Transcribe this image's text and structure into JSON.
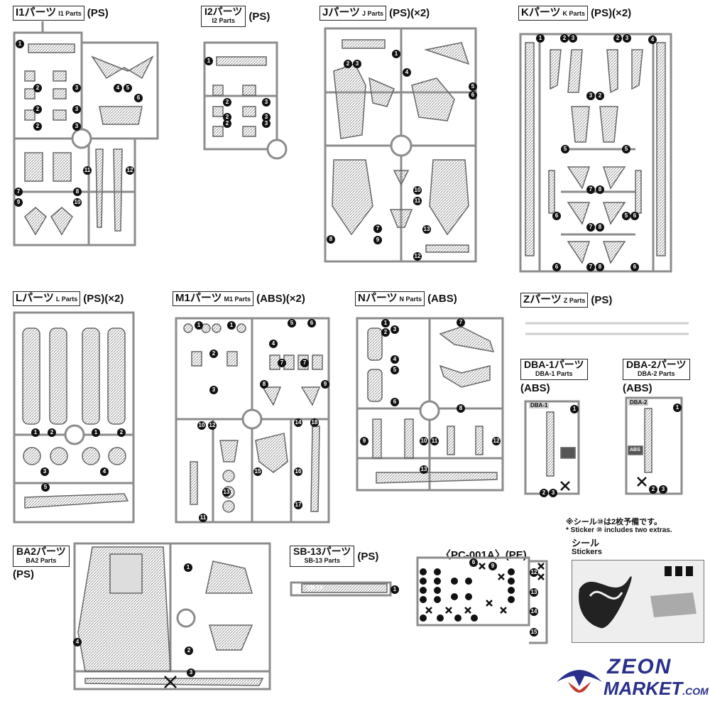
{
  "sections": {
    "i1": {
      "jp": "I1パーツ",
      "en": "I1 Parts",
      "mat": "(PS)"
    },
    "i2": {
      "jp": "I2パーツ",
      "en": "I2 Parts",
      "mat": "(PS)"
    },
    "j": {
      "jp": "Jパーツ",
      "en": "J Parts",
      "mat": "(PS)(×2)"
    },
    "k": {
      "jp": "Kパーツ",
      "en": "K Parts",
      "mat": "(PS)(×2)"
    },
    "l": {
      "jp": "Lパーツ",
      "en": "L Parts",
      "mat": "(PS)(×2)"
    },
    "m1": {
      "jp": "M1パーツ",
      "en": "M1 Parts",
      "mat": "(ABS)(×2)"
    },
    "n": {
      "jp": "Nパーツ",
      "en": "N Parts",
      "mat": "(ABS)"
    },
    "z": {
      "jp": "Zパーツ",
      "en": "Z Parts",
      "mat": "(PS)"
    },
    "dba1": {
      "jp": "DBA-1パーツ",
      "en": "DBA-1 Parts",
      "mat": "(ABS)",
      "tag": "DBA-1"
    },
    "dba2": {
      "jp": "DBA-2パーツ",
      "en": "DBA-2 Parts",
      "mat": "(ABS)",
      "tag": "DBA-2",
      "abs": "ABS"
    },
    "ba2": {
      "jp": "BA2パーツ",
      "en": "BA2 Parts",
      "mat": "(PS)"
    },
    "sb13": {
      "jp": "SB-13パーツ",
      "en": "SB-13 Parts",
      "mat": "(PS)",
      "tag": "SB-13"
    },
    "pc": {
      "label": "〈PC-001A〉(PE)"
    }
  },
  "notes": {
    "jp": "※シール⑩は2枚予備です。",
    "en": "* Sticker ⑩ includes two extras."
  },
  "stickers": {
    "jp": "シール",
    "en": "Stickers"
  },
  "logo": {
    "line1": "ZEON",
    "line2": "MARKET",
    "suffix": ".COM"
  },
  "numbers": {
    "i1": [
      "1",
      "2",
      "3",
      "2",
      "3",
      "2",
      "3",
      "4",
      "5",
      "6",
      "7",
      "8",
      "9",
      "10",
      "11",
      "12"
    ],
    "i2": [
      "1",
      "2",
      "3",
      "2",
      "3",
      "2",
      "3"
    ],
    "j": [
      "1",
      "2",
      "3",
      "4",
      "5",
      "6",
      "7",
      "8",
      "9",
      "10",
      "11",
      "12",
      "13"
    ],
    "k": [
      "1",
      "2",
      "3",
      "2",
      "3",
      "4",
      "3",
      "2",
      "5",
      "5",
      "6",
      "7",
      "8",
      "5",
      "6",
      "7",
      "8",
      "6",
      "7",
      "8",
      "6"
    ],
    "l": [
      "1",
      "2",
      "1",
      "2",
      "3",
      "4",
      "5"
    ],
    "m1": [
      "1",
      "1",
      "2",
      "3",
      "4",
      "5",
      "6",
      "7",
      "7",
      "8",
      "9",
      "10",
      "11",
      "12",
      "13",
      "14",
      "15",
      "16",
      "17",
      "18"
    ],
    "n": [
      "1",
      "2",
      "3",
      "4",
      "5",
      "6",
      "7",
      "8",
      "9",
      "10",
      "11",
      "12",
      "13"
    ],
    "dba": [
      "1",
      "2",
      "3",
      "1",
      "2",
      "3"
    ],
    "ba2": [
      "1",
      "2",
      "3",
      "4"
    ],
    "sb": [
      "1"
    ],
    "pc": [
      "6",
      "9",
      "12",
      "15",
      "13",
      "14"
    ]
  }
}
